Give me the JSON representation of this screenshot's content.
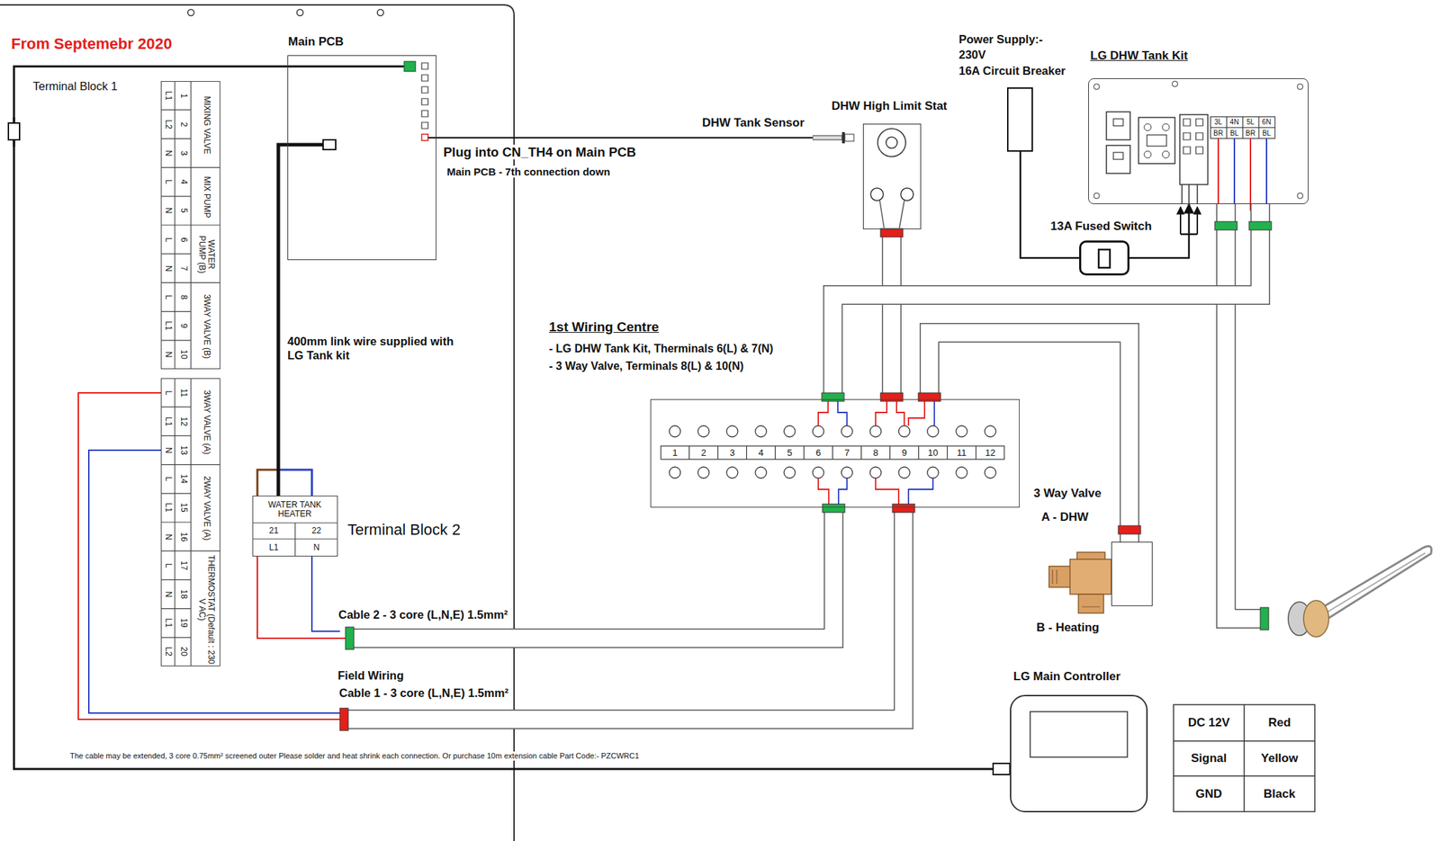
{
  "diagram": {
    "title": "From Septemebr 2020",
    "nodes": [
      {
        "text": [
          "Terminal Block 1",
          "MIXING VALVE",
          "MIX PUMP",
          "WATER PUMP (B)",
          "3WAY VALVE (B)"
        ]
      },
      {
        "text": [
          "3WAY VALVE (A)",
          "2WAY VALVE (A)",
          "THERMOSTAT (Default : 230 V AC)"
        ]
      },
      {
        "text": [
          "Main PCB"
        ]
      },
      {
        "text": [
          "WATER TANK HEATER",
          "Terminal Block 2"
        ]
      },
      {
        "text": [
          "DHW Tank Sensor"
        ]
      },
      {
        "text": [
          "DHW High Limit Stat"
        ]
      },
      {
        "text": [
          "Power Supply:-",
          "230V",
          "16A Circuit Breaker"
        ]
      },
      {
        "text": [
          "LG DHW Tank Kit"
        ]
      },
      {
        "text": [
          "13A Fused Switch"
        ]
      },
      {
        "text": [
          "1st Wiring Centre",
          "- LG DHW Tank Kit, Therminals 6(L) & 7(N)",
          "- 3 Way Valve, Terminals 8(L) & 10(N)"
        ]
      },
      {
        "text": [
          "3 Way Valve",
          "A - DHW",
          "B - Heating"
        ]
      },
      {
        "text": [
          "LG Main Controller"
        ]
      }
    ],
    "edges": [
      {
        "from": 2,
        "to": 4,
        "arrow": "none",
        "label": "Plug into CN_TH4 on Main PCB"
      },
      {
        "from": 2,
        "to": 3,
        "arrow": "none",
        "label": "400mm link wire supplied with LG Tank kit"
      },
      {
        "from": 2,
        "to": 11,
        "arrow": "none",
        "label": "The cable may be extended, 3 core 0.75mm² screened outer Please solder and heat shrink each connection. Or purchase 10m extension cable Part Code:- PZCWRC1"
      },
      {
        "from": 3,
        "to": 9,
        "arrow": "none",
        "label": "Cable 2 - 3 core (L,N,E) 1.5mm²"
      },
      {
        "from": 1,
        "to": 9,
        "arrow": "none",
        "label": "Cable 1 - 3 core (L,N,E) 1.5mm²"
      },
      {
        "from": 5,
        "to": 9,
        "arrow": "none"
      },
      {
        "from": 7,
        "to": 9,
        "arrow": "none"
      },
      {
        "from": 10,
        "to": 9,
        "arrow": "none"
      },
      {
        "from": 6,
        "to": 8,
        "arrow": "none"
      },
      {
        "from": 8,
        "to": 7,
        "arrow": "to"
      }
    ],
    "labels": [
      "Main PCB - 7th connection down",
      "Field Wiring",
      "L1",
      "1",
      "L2",
      "2",
      "N",
      "3",
      "L",
      "4",
      "N",
      "5",
      "L",
      "6",
      "N",
      "7",
      "L",
      "8",
      "L1",
      "9",
      "N",
      "10",
      "L",
      "11",
      "L1",
      "12",
      "N",
      "13",
      "L",
      "14",
      "L1",
      "15",
      "N",
      "16",
      "L",
      "17",
      "N",
      "18",
      "L1",
      "19",
      "L2",
      "20",
      "21",
      "22",
      "L1",
      "N",
      "3L",
      "4N",
      "5L",
      "6N",
      "BR",
      "BL",
      "BR",
      "BL",
      "1",
      "2",
      "3",
      "4",
      "5",
      "6",
      "7",
      "8",
      "9",
      "10",
      "11",
      "12",
      "DC 12V",
      "Red",
      "Signal",
      "Yellow",
      "GND",
      "Black"
    ]
  }
}
